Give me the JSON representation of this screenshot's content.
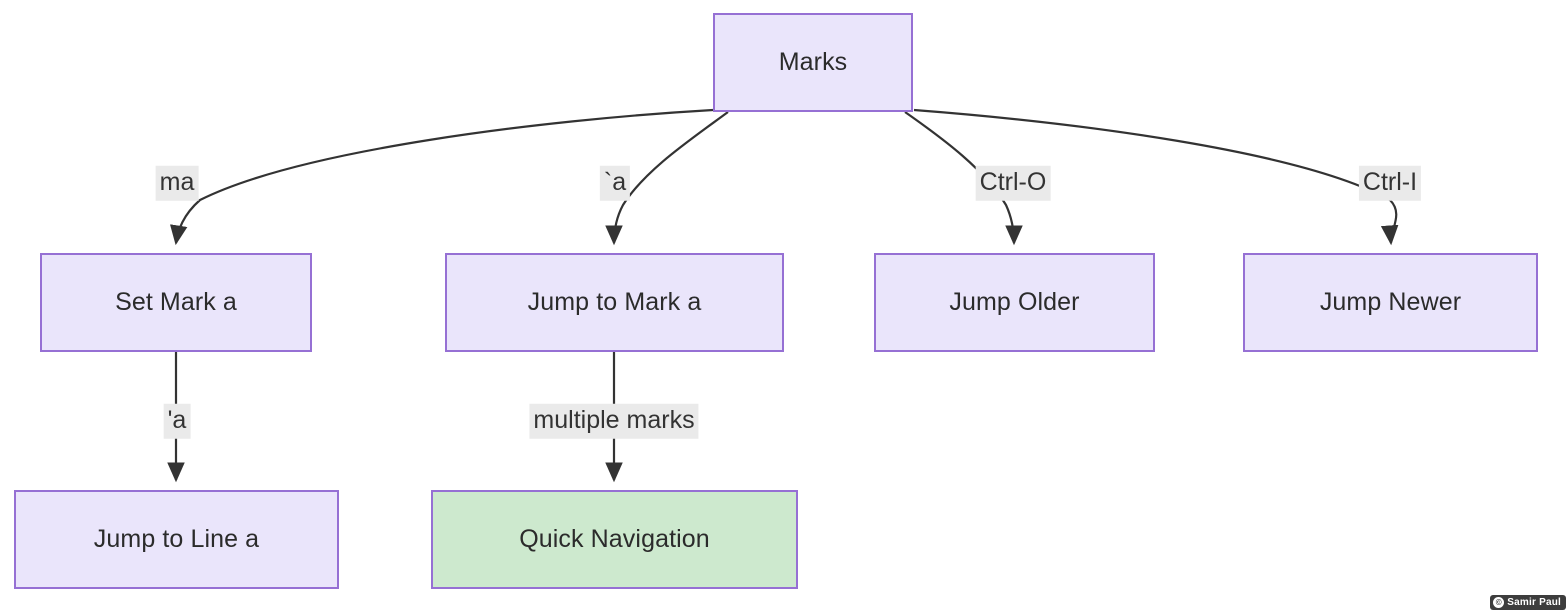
{
  "diagram": {
    "type": "flowchart",
    "title": "Marks",
    "background_color": "#ffffff",
    "node_fill_color": "#eae5fb",
    "node_border_color": "#9670d4",
    "node_highlight_fill_color": "#cde9ce",
    "edge_color": "#333333",
    "edge_label_background": "#eaeaea",
    "nodes": [
      {
        "id": "marks",
        "label": "Marks",
        "style": "default"
      },
      {
        "id": "set_mark_a",
        "label": "Set Mark a",
        "style": "default"
      },
      {
        "id": "jump_to_mark_a",
        "label": "Jump to Mark a",
        "style": "default"
      },
      {
        "id": "jump_older",
        "label": "Jump Older",
        "style": "default"
      },
      {
        "id": "jump_newer",
        "label": "Jump Newer",
        "style": "default"
      },
      {
        "id": "jump_to_line_a",
        "label": "Jump to Line a",
        "style": "default"
      },
      {
        "id": "quick_navigation",
        "label": "Quick Navigation",
        "style": "highlight"
      }
    ],
    "edges": [
      {
        "from": "marks",
        "to": "set_mark_a",
        "label": "ma"
      },
      {
        "from": "marks",
        "to": "jump_to_mark_a",
        "label": "`a"
      },
      {
        "from": "marks",
        "to": "jump_older",
        "label": "Ctrl-O"
      },
      {
        "from": "marks",
        "to": "jump_newer",
        "label": "Ctrl-I"
      },
      {
        "from": "set_mark_a",
        "to": "jump_to_line_a",
        "label": "'a"
      },
      {
        "from": "jump_to_mark_a",
        "to": "quick_navigation",
        "label": "multiple marks"
      }
    ]
  },
  "watermark": {
    "symbol": "©",
    "text": "Samir Paul"
  }
}
